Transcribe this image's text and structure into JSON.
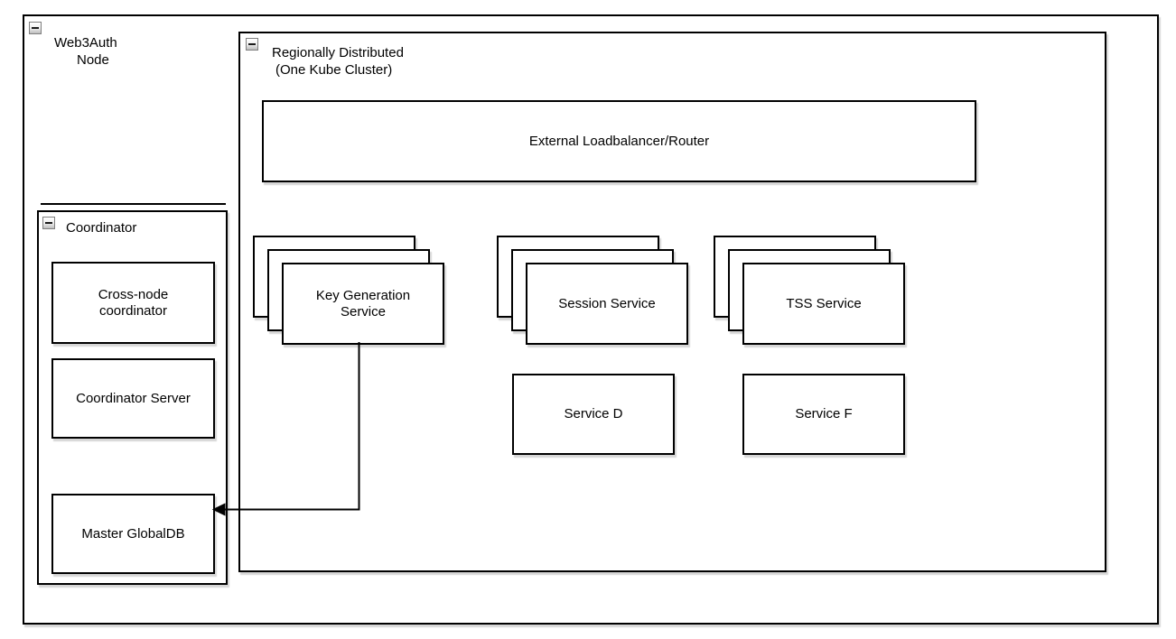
{
  "diagram": {
    "web3auth_node": {
      "title_line1": "Web3Auth",
      "title_line2": "Node"
    },
    "regionally_distributed": {
      "title_line1": "Regionally Distributed",
      "title_line2": "(One Kube Cluster)"
    },
    "external_loadbalancer": {
      "label": "External Loadbalancer/Router"
    },
    "service_stacks": [
      {
        "label": "Key Generation\nService",
        "instances": 3
      },
      {
        "label": "Session Service",
        "instances": 3
      },
      {
        "label": "TSS Service",
        "instances": 3
      }
    ],
    "services": [
      {
        "label": "Service D"
      },
      {
        "label": "Service F"
      }
    ],
    "coordinator": {
      "title": "Coordinator",
      "boxes": [
        {
          "label": "Cross-node\ncoordinator"
        },
        {
          "label": "Coordinator Server"
        },
        {
          "label": "Master GlobalDB"
        }
      ]
    },
    "connector": {
      "from": "Key Generation Service",
      "to": "Master GlobalDB",
      "arrow_direction": "left"
    },
    "colors": {
      "border": "#000000",
      "fill": "#ffffff",
      "text": "#000000",
      "icon_border": "#7f7f7f"
    }
  }
}
